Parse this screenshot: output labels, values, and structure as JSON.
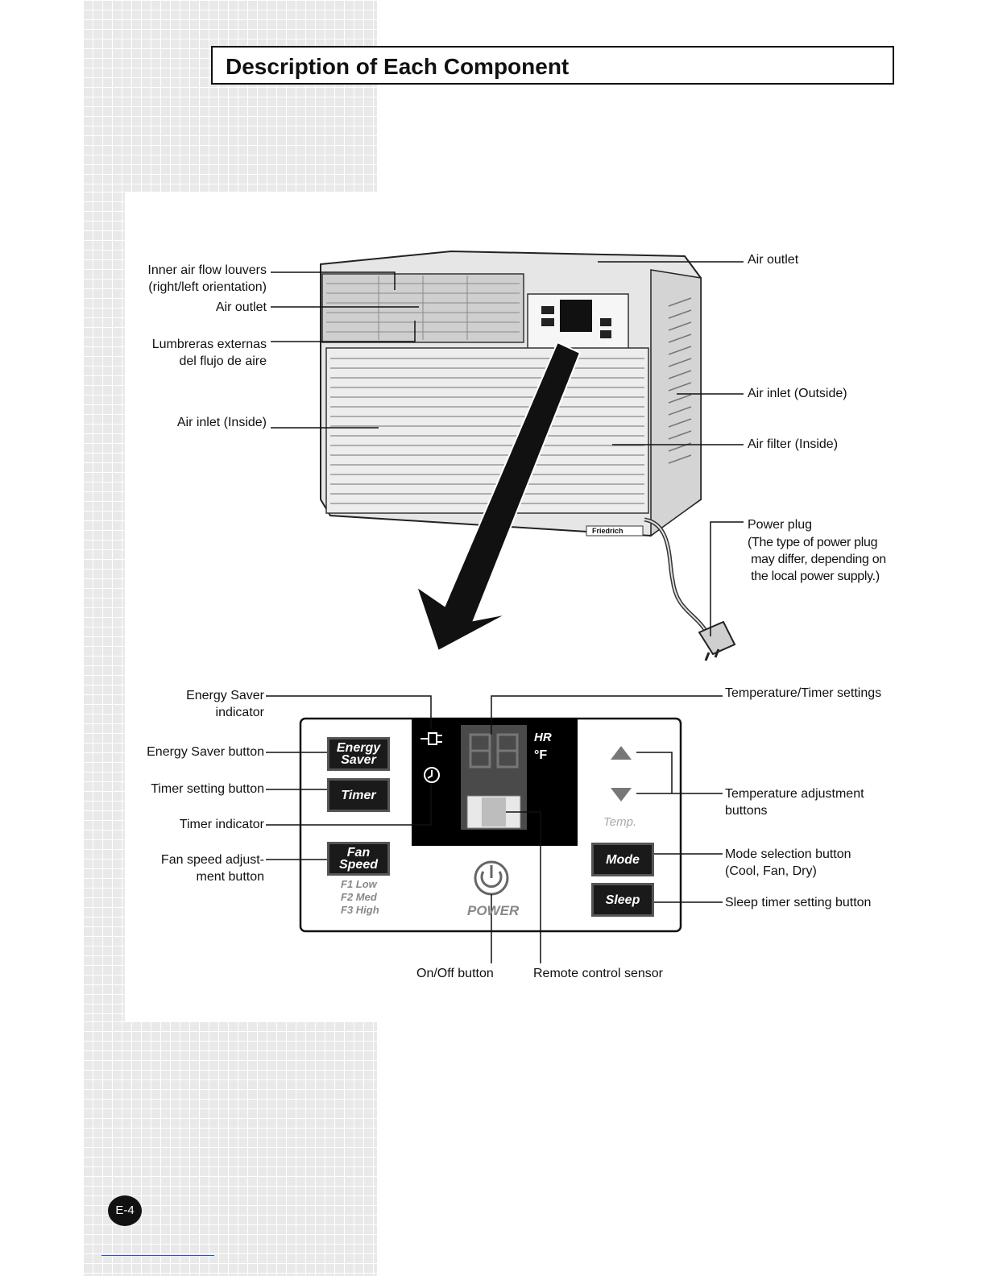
{
  "page": {
    "title": "Description of Each Component",
    "page_number": "E-4"
  },
  "unit_labels": {
    "inner_louvers": "Inner air flow louvers\n(right/left orientation)",
    "air_outlet_left": "Air outlet",
    "lumbreras": "Lumbreras externas\ndel flujo de aire",
    "air_inlet_inside": "Air inlet  (Inside)",
    "air_outlet_right": "Air outlet",
    "air_inlet_outside": "Air inlet (Outside)",
    "air_filter_inside": "Air filter (Inside)",
    "power_plug": "Power plug",
    "power_plug_note": "(The type of power plug\n may differ, depending on\n the local power supply.)",
    "brand": "Friedrich"
  },
  "panel_labels": {
    "energy_saver_indicator": "Energy Saver\nindicator",
    "energy_saver_button": "Energy Saver button",
    "timer_setting_button": "Timer setting button",
    "timer_indicator": "Timer indicator",
    "fan_speed_button": "Fan speed adjust-\nment button",
    "temp_timer_settings": "Temperature/Timer settings",
    "temp_adjust_buttons": "Temperature adjustment\nbuttons",
    "mode_button": "Mode selection button\n(Cool, Fan, Dry)",
    "sleep_button": "Sleep timer setting button",
    "on_off_button": "On/Off button",
    "remote_sensor": "Remote control sensor"
  },
  "panel": {
    "energy_saver_key": "Energy\nSaver",
    "timer_key": "Timer",
    "fan_speed_key": "Fan\nSpeed",
    "fan_speeds": [
      "F1 Low",
      "F2 Med",
      "F3 High"
    ],
    "display_digits": "88",
    "hr_label": "HR",
    "deg_label": "°F",
    "temp_label": "Temp.",
    "mode_key": "Mode",
    "sleep_key": "Sleep",
    "power_label": "POWER"
  }
}
